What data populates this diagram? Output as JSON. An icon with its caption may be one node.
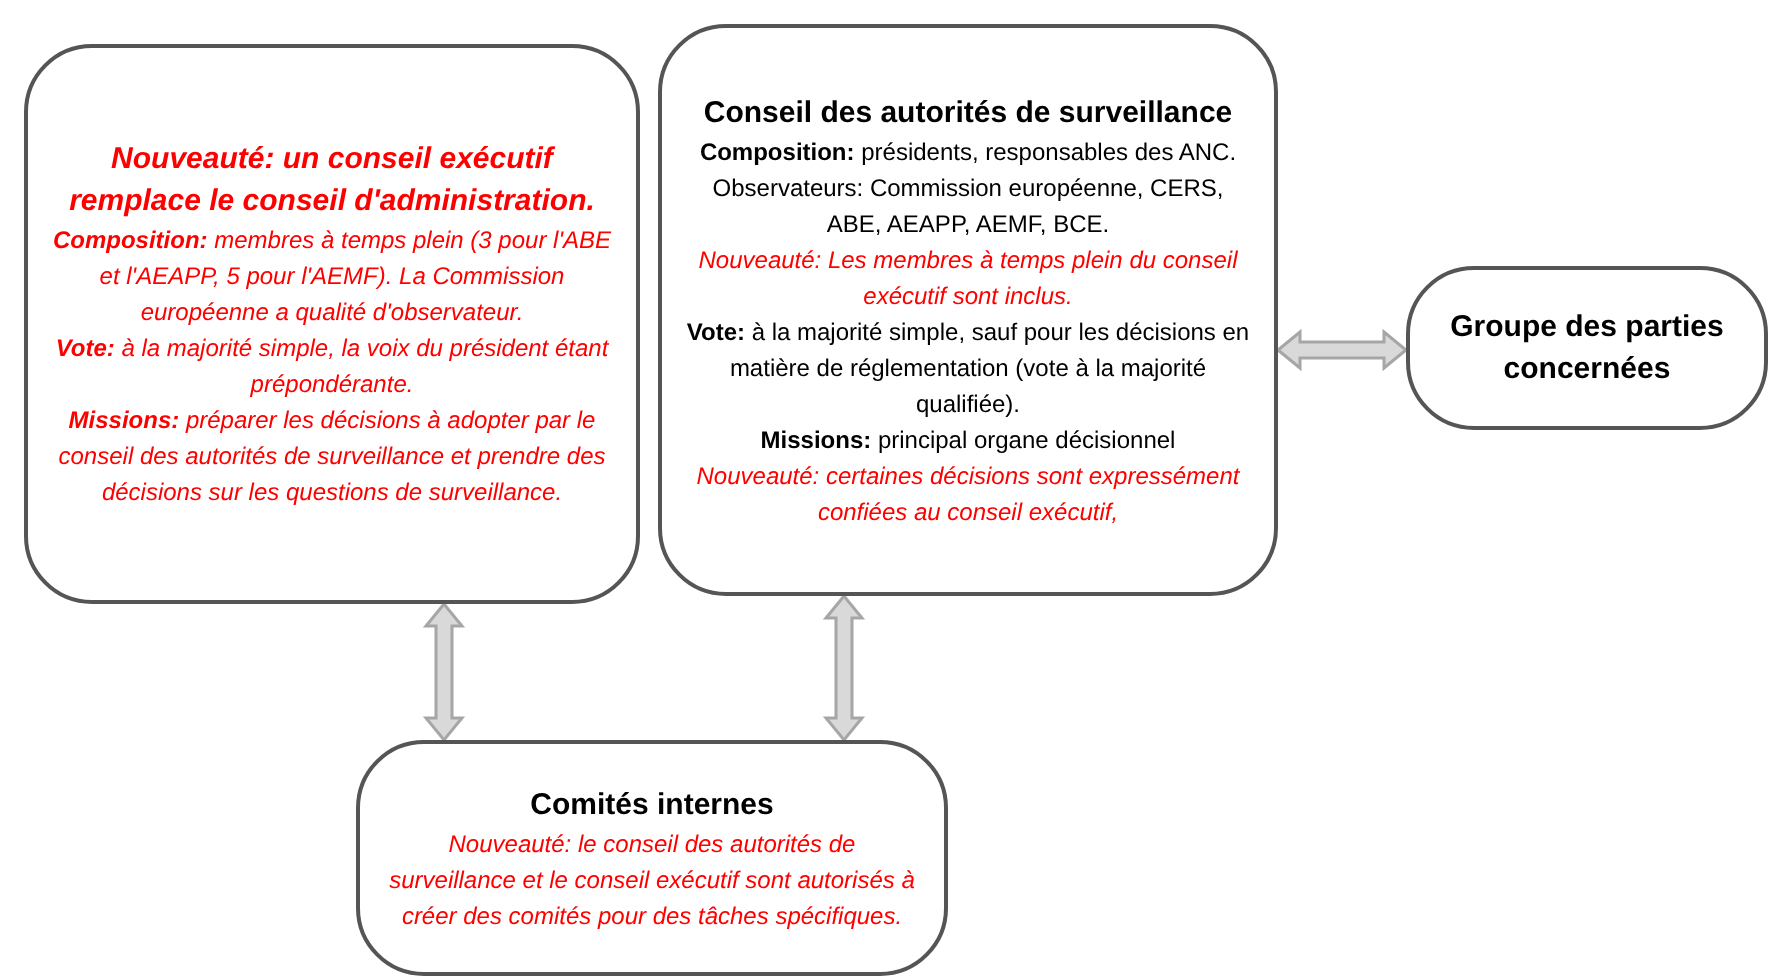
{
  "diagram": {
    "nodes": [
      {
        "text": [
          "Nouveauté: un conseil exécutif remplace le conseil d'administration.",
          "**Composition:** membres à temps plein (3 pour l'ABE et l'AEAPP, 5 pour l'AEMF). La Commission européenne a qualité d'observateur.",
          "**Vote:** à la majorité simple, la voix du président étant prépondérante.",
          "**Missions:** préparer les décisions à adopter par le conseil des autorités de surveillance et prendre des décisions sur les questions de surveillance."
        ]
      },
      {
        "text": [
          "Conseil des autorités de surveillance",
          "**Composition:** présidents, responsables des ANC. Observateurs: Commission européenne, CERS, ABE, AEAPP, AEMF, BCE.",
          "Nouveauté: Les membres à temps plein du conseil exécutif sont inclus.",
          "**Vote:** à la majorité simple, sauf pour les décisions en matière de réglementation (vote à la majorité qualifiée).",
          "**Missions:** principal organe décisionnel",
          "Nouveauté: certaines décisions sont expressément confiées au conseil exécutif,"
        ]
      },
      {
        "text": [
          "Groupe des parties concernées"
        ]
      },
      {
        "text": [
          "Comités internes",
          "Nouveauté: le conseil des autorités de surveillance et le conseil exécutif sont autorisés à créer des comités pour des tâches spécifiques."
        ]
      }
    ],
    "edges": [
      {
        "from": 0,
        "to": 3,
        "arrow": "both",
        "style": "thick"
      },
      {
        "from": 1,
        "to": 3,
        "arrow": "both",
        "style": "thick"
      },
      {
        "from": 1,
        "to": 2,
        "arrow": "both",
        "style": "thick"
      }
    ]
  }
}
